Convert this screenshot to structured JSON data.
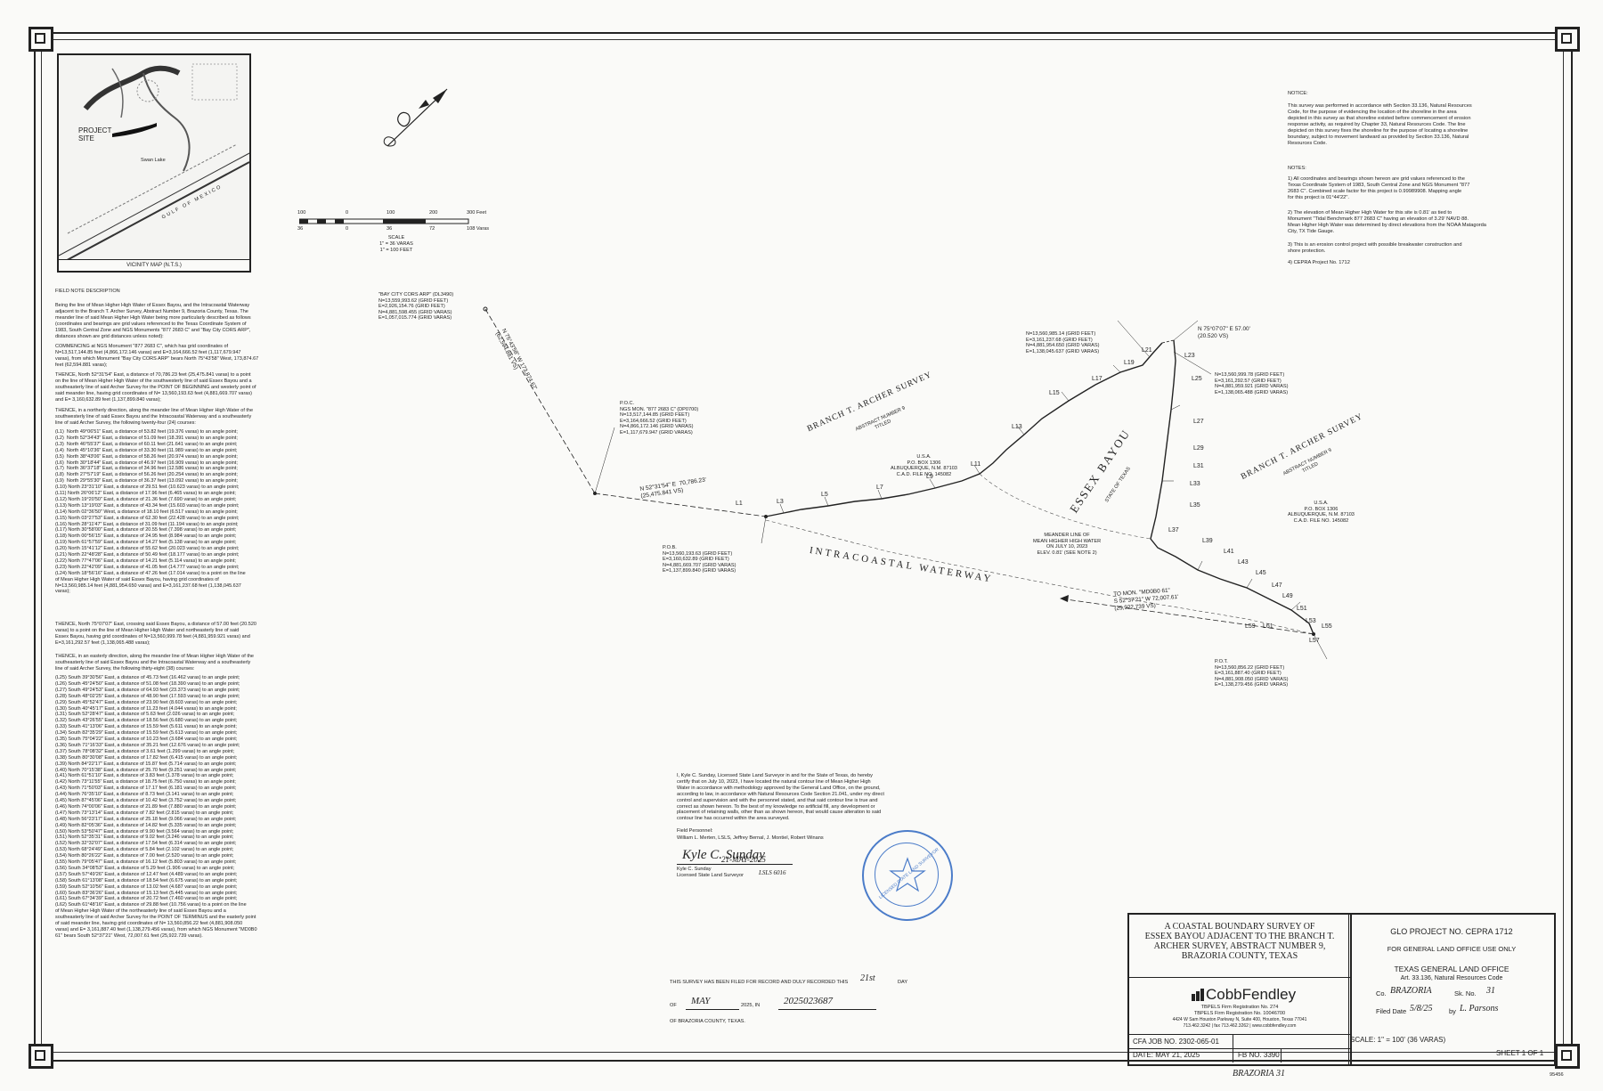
{
  "vicinity_map": {
    "project_site": "PROJECT\nSITE",
    "swan_lake": "Swan Lake",
    "gulf": "GULF OF MEXICO",
    "caption": "VICINITY MAP (N.T.S.)"
  },
  "scale_bar": {
    "feet_labels": [
      "100",
      "0",
      "100",
      "200",
      "300 Feet"
    ],
    "vara_labels": [
      "36",
      "0",
      "36",
      "72",
      "108 Varas"
    ],
    "scale_title": "SCALE",
    "scale_line1": "1\" = 36 VARAS",
    "scale_line2": "1\" = 100 FEET"
  },
  "notices": {
    "notice_title": "NOTICE:",
    "notice_text": "This survey was performed in accordance with Section 33.136, Natural Resources\nCode, for the purpose of evidencing the location of the shoreline in the area\ndepicted in this survey as that shoreline existed before commencement of erosion\nresponse activity, as required by Chapter 33, Natural Resources Code. The line\ndepicted on this survey fixes the shoreline for the purpose of locating a shoreline\nboundary, subject to movement landward as provided by Section 33.136, Natural\nResources Code.",
    "notes_title": "NOTES:",
    "notes": [
      "1) All coordinates and bearings shown hereon are grid values referenced to the\nTexas Coordinate System of 1983, South Central Zone and NGS Monument \"877\n2683 C\". Combined scale factor for this project is 0.99989908. Mapping angle\nfor this project is 01°44'22\".",
      "2) The elevation of Mean Higher High Water for this site is 0.81' as tied to\nMonument \"Tidal Benchmark 877 2683 C\" having an elevation of 3.29' NAVD 88.\nMean Higher High Water was determined by direct elevations from the NOAA Matagorda\nCity, TX Tide Gauge.",
      "3) This is an erosion control project with possible breakwater construction and\nshore protection.",
      "4) CEPRA Project No. 1712"
    ]
  },
  "field_notes": {
    "title": "FIELD NOTE DESCRIPTION",
    "para1": "Being the line of Mean Higher High Water of Essex Bayou, and the Intracoastal Waterway\nadjacent to the Branch T. Archer Survey, Abstract Number 9, Brazoria County, Texas. The\nmeander line of said Mean Higher High Water being more particularly described as follows\n(coordinates and bearings are grid values referenced to the Texas Coordinate System of\n1983, South Central Zone and NGS Monuments \"877 2683 C\" and \"Bay City CORS ARP\",\ndistances shown are grid distances unless noted):",
    "para2": "COMMENCING at NGS Monument \"877 2683 C\", which has grid coordinates of\nN=13,517,144.85 feet (4,866,172.146 varas) and E=3,164,666.52 feet (1,117,679.947\nvaras), from which Monument \"Bay City CORS ARP\" bears North 75°43'58\" West, 173,874.67\nfeet (62,594.881 varas);",
    "para3": "THENCE, North 52°31'54\" East, a distance of 70,786.23 feet (25,475.841 varas) to a point\non the line of Mean Higher High Water of the southwesterly line of said Essex Bayou and a\nsoutheasterly line of said Archer Survey for the POINT OF BEGINNING and westerly point of\nsaid meander line, having grid coordinates of N= 13,560,193.63 feet (4,881,669.707 varas)\nand E= 3,160,632.89 feet (1,137,899.840 varas);",
    "para4": "THENCE, in a northerly direction, along the meander line of Mean Higher High Water of the\nsouthwesterly line of said Essex Bayou and the Intracoastal Waterway and a southeasterly\nline of said Archer Survey, the following twenty-four (24) courses:",
    "courses_a": [
      "(L1)  North 49°06'51\" East, a distance of 53.82 feet (19.376 varas) to an angle point;",
      "(L2)  North 52°34'43\" East, a distance of 51.09 feet (18.391 varas) to an angle point;",
      "(L3)  North 46°55'37\" East, a distance of 60.11 feet (21.641 varas) to an angle point;",
      "(L4)  North 45°10'36\" East, a distance of 33.30 feet (11.989 varas) to an angle point;",
      "(L5)  North 38°43'06\" East, a distance of 58.26 feet (20.974 varas) to an angle point;",
      "(L6)  North 30°18'44\" East, a distance of 46.97 feet (16.909 varas) to an angle point;",
      "(L7)  North 36°37'18\" East, a distance of 34.96 feet (12.586 varas) to an angle point;",
      "(L8)  North 27°57'19\" East, a distance of 56.26 feet (20.254 varas) to an angle point;",
      "(L9)  North 29°55'30\" East, a distance of 36.37 feet (13.092 varas) to an angle point;",
      "(L10) North 23°31'10\" East, a distance of 29.51 feet (10.623 varas) to an angle point;",
      "(L11) North 26°06'12\" East, a distance of 17.96 feet (6.465 varas) to an angle point;",
      "(L12) North 19°20'50\" East, a distance of 21.36 feet (7.690 varas) to an angle point;",
      "(L13) North 13°19'03\" East, a distance of 43.34 feet (15.603 varas) to an angle point;",
      "(L14) North 02°36'50\" West, a distance of 18.10 feet (6.517 varas) to an angle point;",
      "(L15) North 03°27'53\" East, a distance of 62.30 feet (22.428 varas) to an angle point;",
      "(L16) North 28°11'47\" East, a distance of 31.09 feet (11.194 varas) to an angle point;",
      "(L17) North 30°58'00\" East, a distance of 20.55 feet (7.398 varas) to an angle point;",
      "(L18) North 00°56'15\" East, a distance of 24.95 feet (8.984 varas) to an angle point;",
      "(L19) North 61°57'59\" East, a distance of 14.27 feet (5.138 varas) to an angle point;",
      "(L20) North 15°41'12\" East, a distance of 55.62 feet (20.023 varas) to an angle point;",
      "(L21) North 22°48'28\" East, a distance of 50.49 feet (18.177 varas) to an angle point;",
      "(L22) North 77°47'06\" East, a distance of 14.21 feet (5.114 varas) to an angle point;",
      "(L23) North 22°42'09\" East, a distance of 41.05 feet (14.777 varas) to an angle point;",
      "(L24) North 18°56'16\" East, a distance of 47.26 feet (17.014 varas) to a point on the line\nof Mean Higher High Water of said Essex Bayou, having grid coordinates of\nN=13,560,985.14 feet (4,881,954.650 varas) and E=3,161,237.68 feet (1,138,045.637\nvaras);"
    ],
    "para5": "THENCE, North 75°07'07\" East, crossing said Essex Bayou, a distance of 57.00 feet (20.520\nvaras) to a point on the line of Mean Higher High Water and northeasterly line of said\nEssex Bayou, having grid coordinates of N=13,560,999.78 feet (4,881,959.921 varas) and\nE=3,161,292.57 feet (1,138,065.488 varas);",
    "para6": "THENCE, in an easterly direction, along the meander line of Mean Higher High Water of the\nsoutheasterly line of said Essex Bayou and the Intracoastal Waterway and a southeasterly\nline of said Archer Survey, the following thirty-eight (38) courses:",
    "courses_b": [
      "(L25) South 39°30'56\" East, a distance of 45.73 feet (16.462 varas) to an angle point;",
      "(L26) South 45°24'50\" East, a distance of 51.08 feet (18.390 varas) to an angle point;",
      "(L27) South 49°24'53\" East, a distance of 64.93 feet (23.373 varas) to an angle point;",
      "(L28) South 48°02'25\" East, a distance of 48.90 feet (17.593 varas) to an angle point;",
      "(L29) South 45°52'47\" East, a distance of 23.90 feet (8.603 varas) to an angle point;",
      "(L30) South 40°45'17\" East, a distance of 11.23 feet (4.044 varas) to an angle point;",
      "(L31) South 52°28'47\" East, a distance of 5.63 feet (2.026 varas) to an angle point;",
      "(L32) South 43°26'55\" East, a distance of 18.56 feet (6.680 varas) to an angle point;",
      "(L33) South 41°13'06\" East, a distance of 15.59 feet (5.611 varas) to an angle point;",
      "(L34) South 82°35'29\" East, a distance of 15.59 feet (5.613 varas) to an angle point;",
      "(L35) South 75°04'22\" East, a distance of 10.23 feet (3.684 varas) to an angle point;",
      "(L36) South 71°16'33\" East, a distance of 35.21 feet (12.676 varas) to an angle point;",
      "(L37) South 78°08'32\" East, a distance of 3.61 feet (1.299 varas) to an angle point;",
      "(L38) South 80°30'08\" East, a distance of 17.82 feet (6.415 varas) to an angle point;",
      "(L39) North 84°22'17\" East, a distance of 15.87 feet (5.714 varas) to an angle point;",
      "(L40) North 70°15'38\" East, a distance of 25.70 feet (9.251 varas) to an angle point;",
      "(L41) North 61°51'10\" East, a distance of 3.83 feet (1.378 varas) to an angle point;",
      "(L42) North 73°11'55\" East, a distance of 18.75 feet (6.750 varas) to an angle point;",
      "(L43) North 71°50'03\" East, a distance of 17.17 feet (6.181 varas) to an angle point;",
      "(L44) North 76°35'10\" East, a distance of 8.73 feet (3.141 varas) to an angle point;",
      "(L45) North 87°45'06\" East, a distance of 10.42 feet (3.752 varas) to an angle point;",
      "(L46) North 74°00'06\" East, a distance of 21.89 feet (7.880 varas) to an angle point;",
      "(L47) North 73°13'14\" East, a distance of 7.82 feet (2.815 varas) to an angle point;",
      "(L48) North 56°23'17\" East, a distance of 25.18 feet (9.066 varas) to an angle point;",
      "(L49) North 82°05'36\" East, a distance of 14.82 feet (5.335 varas) to an angle point;",
      "(L50) North 53°50'47\" East, a distance of 9.90 feet (3.564 varas) to an angle point;",
      "(L51) North 52°35'31\" East, a distance of 9.02 feet (3.246 varas) to an angle point;",
      "(L52) North 32°32'07\" East, a distance of 17.54 feet (6.314 varas) to an angle point;",
      "(L53) North 68°24'49\" East, a distance of 5.84 feet (2.102 varas) to an angle point;",
      "(L54) North 80°26'22\" East, a distance of 7.00 feet (2.520 varas) to an angle point;",
      "(L55) North 79°05'47\" East, a distance of 16.12 feet (5.803 varas) to an angle point;",
      "(L56) South 34°08'53\" East, a distance of 5.29 feet (1.906 varas) to an angle point;",
      "(L57) South 57°49'26\" East, a distance of 12.47 feet (4.489 varas) to an angle point;",
      "(L58) South 61°13'08\" East, a distance of 18.54 feet (6.675 varas) to an angle point;",
      "(L59) South 52°10'56\" East, a distance of 13.02 feet (4.687 varas) to an angle point;",
      "(L60) South 83°36'26\" East, a distance of 15.13 feet (5.445 varas) to an angle point;",
      "(L61) South 67°34'39\" East, a distance of 20.72 feet (7.460 varas) to an angle point;",
      "(L62) South 61°48'16\" East, a distance of 29.88 feet (10.756 varas) to a point on the line\nof Mean Higher High Water of the northeasterly line of said Essex Bayou and a\nsoutheasterly line of said Archer Survey for the POINT OF TERMINUS and the easterly point\nof said meander line, having grid coordinates of N= 13,560,856.22 feet (4,881,908.050\nvaras) and E= 3,161,887.40 feet (1,138,279.456 varas), from which NGS Monument \"MD0B0\n61\" bears South 52°37'21\" West, 72,007.61 feet (25,922.739 varas)."
    ]
  },
  "map": {
    "bay_city_cors": "\"BAY CITY CORS ARP\" (DL3490)\nN=13,559,993.62 (GRID FEET)\nE=2,926,154.76 (GRID FEET)\nN=4,881,598.455 (GRID VARAS)\nE=1,057,015.774 (GRID VARAS)",
    "commence_line": "N 75°43'58\" W 173,874.67'\n(62,594.881 VS)",
    "poc": "P.O.C.\nNGS MON. \"877 2683 C\" (DP0700)\nN=13,517,144.85 (GRID FEET)\nE=3,164,666.52 (GRID FEET)\nN=4,866,172.146 (GRID VARAS)\nE=1,117,679.947 (GRID VARAS)",
    "tie_line": "N 52°31'54\" E  70,786.23'\n(25,475.841 VS)",
    "pob": "P.O.B.\nN=13,560,193.63 (GRID FEET)\nE=3,160,632.89 (GRID FEET)\nN=4,881,669.707 (GRID VARAS)\nE=1,137,899.840 (GRID VARAS)",
    "survey_west_title": "BRANCH T. ARCHER SURVEY",
    "survey_west_sub": "ABSTRACT NUMBER 9\nTITLED",
    "usa_west": "U.S.A.\nP.O. BOX 1306\nALBUQUERQUE, N.M. 87103\nC.A.D. FILE NO. 145082",
    "essex_bayou": "ESSEX BAYOU",
    "essex_bayou_sub": "STATE OF TEXAS",
    "iww": "INTRACOASTAL  WATERWAY",
    "meander_note": "MEANDER LINE OF\nMEAN HIGHER HIGH WATER\nON JULY 10, 2023\nELEV. 0.81' (SEE NOTE 2)",
    "pt_l24": "N=13,560,985.14 (GRID FEET)\nE=3,161,237.68 (GRID FEET)\nN=4,881,954.650 (GRID VARAS)\nE=1,138,045.637 (GRID VARAS)",
    "crossing": "N 75°07'07\" E 57.00'\n(20.520 VS)",
    "pt_l25": "N=13,560,999.78 (GRID FEET)\nE=3,161,292.57 (GRID FEET)\nN=4,881,959.921 (GRID VARAS)\nE=1,138,065.488 (GRID VARAS)",
    "survey_east_title": "BRANCH T. ARCHER SURVEY",
    "survey_east_sub": "ABSTRACT NUMBER 9\nTITLED",
    "usa_east": "U.S.A.\nP.O. BOX 1306\nALBUQUERQUE, N.M. 87103\nC.A.D. FILE NO. 145082",
    "to_mon": "TO MON. \"MD0B0 61\"\nS 52°37'21\" W 72,007.61'\n(25,922.739 VS)",
    "pot": "P.O.T.\nN=13,560,856.22 (GRID FEET)\nE=3,161,887.40 (GRID FEET)\nN=4,881,908.050 (GRID VARAS)\nE=1,138,279.456 (GRID VARAS)",
    "line_labels": [
      "L1",
      "L3",
      "L5",
      "L7",
      "L9",
      "L11",
      "L13",
      "L15",
      "L17",
      "L19",
      "L21",
      "L23",
      "L25",
      "L27",
      "L29",
      "L31",
      "L33",
      "L35",
      "L37",
      "L39",
      "L41",
      "L43",
      "L45",
      "L47",
      "L49",
      "L51",
      "L53",
      "L55",
      "L57",
      "L59",
      "L61"
    ]
  },
  "certification": {
    "text": "I, Kyle C. Sunday, Licensed State Land Surveyor in and for the State of Texas, do hereby\ncertify that on July 10, 2023, I have located the natural contour line of Mean Higher High\nWater in accordance with methodology approved by the General Land Office, on the ground,\naccording to law, in accordance with Natural Resources Code Section 21.041, under my direct\ncontrol and supervision and with the personnel stated, and that said contour line is true and\ncorrect as shown hereon. To the best of my knowledge no artificial fill, any development or\nplacement of retaining walls, other than as shown hereon, that would cause alteration to said\ncontour line has occurred within the area surveyed.",
    "field_personnel_title": "Field Personnel:",
    "field_personnel": "William L. Merten, LSLS, Jeffrey Bernal, J. Montiel, Robert Winans",
    "signature": "Kyle C. Sunday",
    "sig_date": "21-MAY-2025",
    "surveyor_name": "Kyle C. Sunday",
    "surveyor_title": "Licensed State Land Surveyor",
    "license_no": "LSLS 6016",
    "stamp_text": "LICENSED STATE LAND SURVEYOR"
  },
  "recording": {
    "line1": "THIS SURVEY HAS BEEN FILED FOR RECORD AND DULY RECORDED THIS",
    "day": "21st",
    "day_word": "DAY",
    "of_label": "OF",
    "month": "MAY",
    "year": "2025, IN",
    "doc_no": "2025023687",
    "county_line": "OF BRAZORIA COUNTY, TEXAS."
  },
  "title_block": {
    "title": "A COASTAL BOUNDARY SURVEY OF\nESSEX BAYOU ADJACENT TO THE BRANCH T.\nARCHER SURVEY, ABSTRACT NUMBER 9,\nBRAZORIA COUNTY, TEXAS",
    "firm": "CobbFendley",
    "firm_reg1": "TBPELS Firm Registration No. 274",
    "firm_reg2": "TBPELS Firm Registration No. 10046700",
    "firm_addr": "4424 W Sam Houston Parkway N, Suite 400, Houston, Texas 77041",
    "firm_phone": "713.462.3242 | fax 713.462.3262 | www.cobbfendley.com",
    "cfa_job": "CFA JOB NO. 2302-065-01",
    "scale": "SCALE: 1\" = 100' (36 VARAS)",
    "date": "DATE: MAY 21, 2025",
    "fb": "FB NO. 3390",
    "sheet": "SHEET 1 OF 1"
  },
  "glo_block": {
    "project": "GLO PROJECT NO. CEPRA 1712",
    "use_only": "FOR GENERAL LAND OFFICE USE ONLY",
    "office": "TEXAS GENERAL LAND OFFICE",
    "act": "Art. 33.136, Natural Resources Code",
    "co_label": "Co.",
    "county": "BRAZORIA",
    "sk_label": "Sk. No.",
    "sk_no": "31",
    "filed_label": "Filed Date",
    "filed_date": "5/8/25",
    "by_label": "by",
    "by_name": "L. Parsons"
  },
  "bottom_marks": {
    "center": "BRAZORIA 31",
    "right": "95456"
  }
}
